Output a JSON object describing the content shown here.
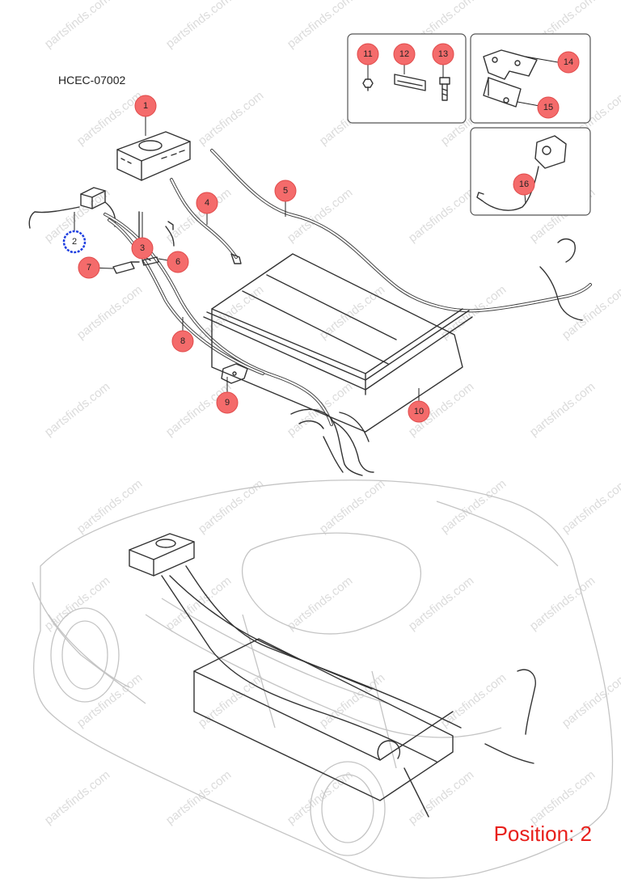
{
  "diagram_code": "HCEC-07002",
  "position_label": "Position: 2",
  "watermark_text": "partsfinds.com",
  "highlight_color": "#1f3fe0",
  "callout_color": "#f46b6b",
  "selected_callout": "2",
  "callouts": [
    {
      "label": "1"
    },
    {
      "label": "2"
    },
    {
      "label": "3"
    },
    {
      "label": "4"
    },
    {
      "label": "5"
    },
    {
      "label": "6"
    },
    {
      "label": "7"
    },
    {
      "label": "8"
    },
    {
      "label": "9"
    },
    {
      "label": "10"
    },
    {
      "label": "11"
    },
    {
      "label": "12"
    },
    {
      "label": "13"
    },
    {
      "label": "14"
    },
    {
      "label": "15"
    },
    {
      "label": "16"
    }
  ]
}
